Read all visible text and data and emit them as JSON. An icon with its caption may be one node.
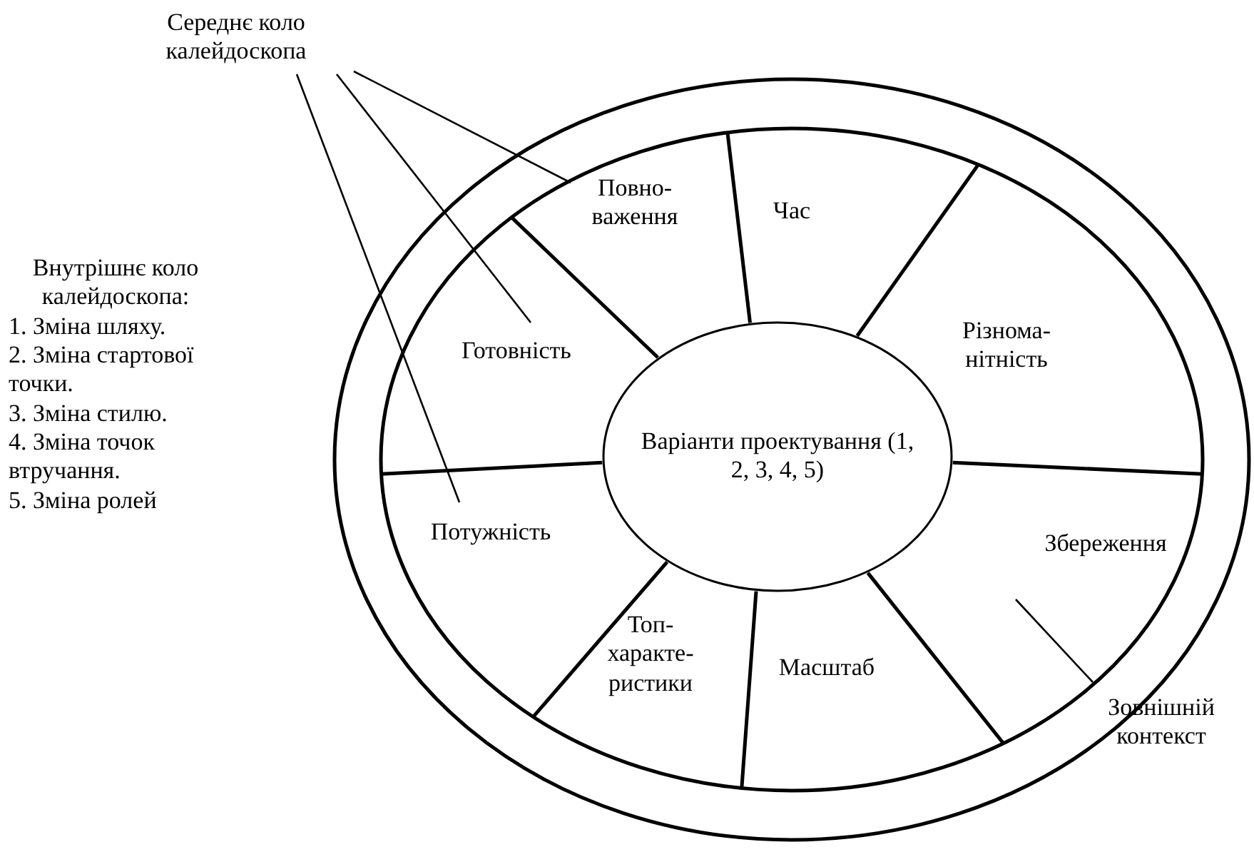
{
  "diagram": {
    "nodes": [
      {
        "text": [
          "Середнє коло калейдоскопа"
        ]
      },
      {
        "text": [],
        "shape": "circle"
      },
      {
        "text": [
          "Повно- важення"
        ],
        "in": 1
      },
      {
        "text": [
          "Час"
        ],
        "in": 1
      },
      {
        "text": [
          "Різнома- нітність"
        ],
        "in": 1
      },
      {
        "text": [
          "Збереження"
        ],
        "in": 1
      },
      {
        "text": [
          "Масштаб"
        ],
        "in": 1
      },
      {
        "text": [
          "Топ- характе- ристики"
        ],
        "in": 1
      },
      {
        "text": [
          "Потужність"
        ],
        "in": 1
      },
      {
        "text": [
          "Готовність"
        ],
        "in": 1
      },
      {
        "text": [
          "Варіанти проектування (1, 2, 3, 4, 5)"
        ],
        "in": 1
      },
      {
        "text": [
          "Зовнішній контекст"
        ]
      }
    ],
    "edges": [
      {
        "from": 0,
        "to": 2,
        "arrow": "none"
      },
      {
        "from": 0,
        "to": 9,
        "arrow": "none"
      },
      {
        "from": 0,
        "to": 8,
        "arrow": "none"
      },
      {
        "from": 11,
        "to": 1,
        "arrow": "none"
      }
    ],
    "labels": [
      "Внутрішнє коло калейдоскопа:",
      "1. Зміна шляху.",
      "2. Зміна стартової точки.",
      "3. Зміна стилю.",
      "4. Зміна точок втручання.",
      "5. Зміна ролей"
    ]
  }
}
